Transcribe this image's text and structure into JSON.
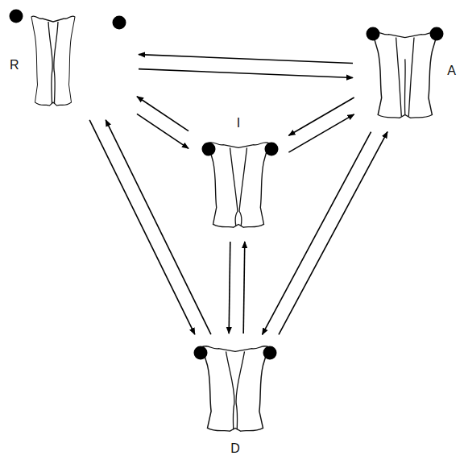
{
  "diagram": {
    "nodes": [
      {
        "text": [
          "R"
        ]
      },
      {
        "text": [
          "A"
        ]
      },
      {
        "text": [
          "I"
        ]
      },
      {
        "text": [
          "D"
        ]
      }
    ],
    "edges": [
      {
        "from": 0,
        "to": 1,
        "arrow": "to"
      },
      {
        "from": 1,
        "to": 0,
        "arrow": "to"
      },
      {
        "from": 0,
        "to": 2,
        "arrow": "to"
      },
      {
        "from": 2,
        "to": 0,
        "arrow": "to"
      },
      {
        "from": 0,
        "to": 3,
        "arrow": "to"
      },
      {
        "from": 3,
        "to": 0,
        "arrow": "to"
      },
      {
        "from": 1,
        "to": 2,
        "arrow": "to"
      },
      {
        "from": 2,
        "to": 1,
        "arrow": "to"
      },
      {
        "from": 1,
        "to": 3,
        "arrow": "to"
      },
      {
        "from": 3,
        "to": 1,
        "arrow": "to"
      },
      {
        "from": 2,
        "to": 3,
        "arrow": "to"
      },
      {
        "from": 3,
        "to": 2,
        "arrow": "to"
      }
    ]
  }
}
